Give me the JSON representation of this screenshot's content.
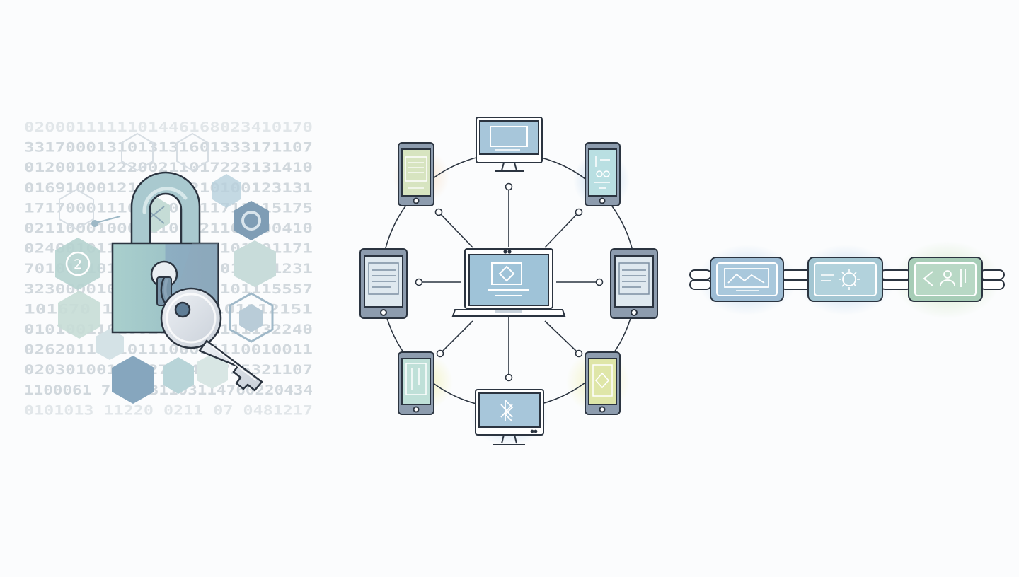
{
  "encryption": {
    "digit_rows": [
      "0200011111101446168023410170",
      "3317000131013131601333171107",
      "0120010122200211017223131410",
      "0169100012101100210100123131",
      "1717000111011100011711115175",
      "0211000100011100121101000410",
      "0240010110011101010101101171",
      "7010111011000110101011111231",
      "3230000101010101010101115557",
      " 101670 11101 01 2101112151 ",
      "0101001101001010011111132240",
      "0262011 21011100011110010011",
      "0203010017212720481725321107",
      "1100061 7 12331103114760220434",
      "0101013 11220 0211 07 0481217"
    ],
    "badge_number": "2"
  },
  "colors": {
    "outline": "#2b3440",
    "teal": "#9cc9c6",
    "blue": "#9fbfd3",
    "steel": "#8a9bae",
    "green": "#b9d6b8",
    "lime": "#d6e3a8",
    "background": "#fbfcfd"
  },
  "icons": {
    "lock": "padlock-icon",
    "key": "key-icon",
    "hub": "laptop-icon",
    "chain": "chain-link-icon"
  }
}
